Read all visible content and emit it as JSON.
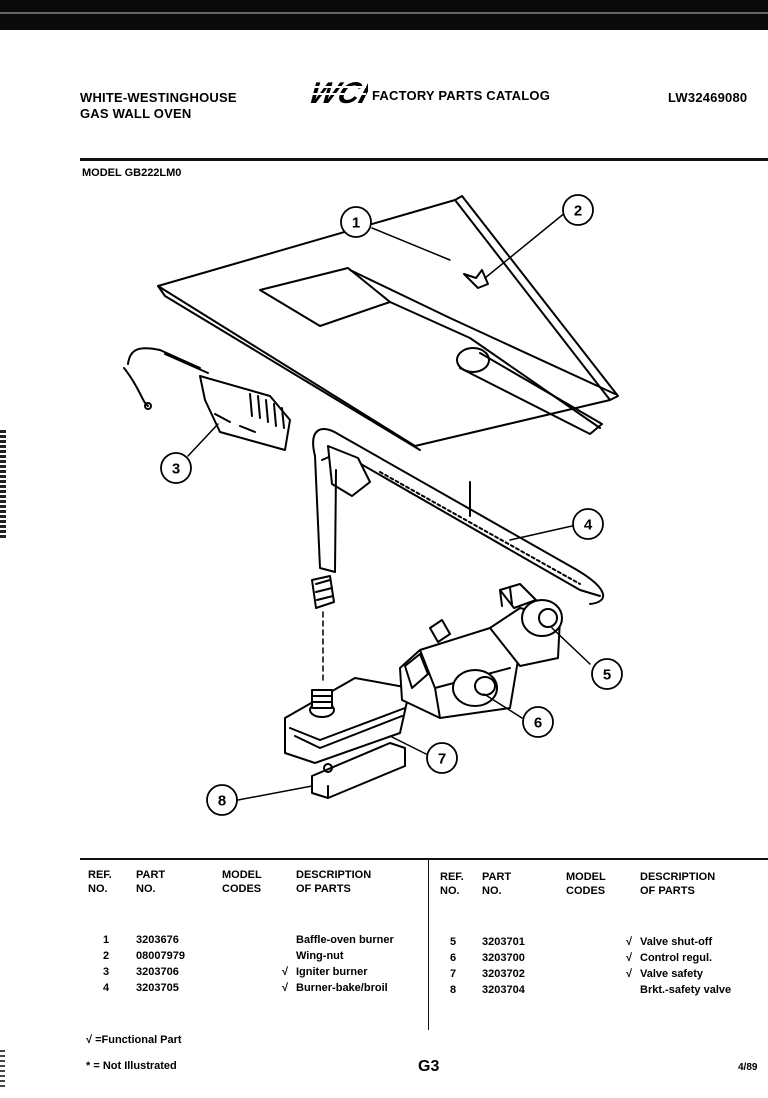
{
  "header": {
    "brand_line1": "WHITE-WESTINGHOUSE",
    "brand_line2": "GAS WALL OVEN",
    "logo_text": "WCI",
    "catalog_title": "FACTORY PARTS CATALOG",
    "catalog_code": "LW32469080"
  },
  "model": {
    "label": "MODEL GB222LM0"
  },
  "callouts": [
    "1",
    "2",
    "3",
    "4",
    "5",
    "6",
    "7",
    "8"
  ],
  "table": {
    "headers": {
      "ref_no": [
        "REF.",
        "NO."
      ],
      "part_no": [
        "PART",
        "NO."
      ],
      "model_codes": [
        "MODEL",
        "CODES"
      ],
      "description": [
        "DESCRIPTION",
        "OF PARTS"
      ]
    },
    "left_rows": [
      {
        "ref": "1",
        "part": "3203676",
        "functional": "",
        "description": "Baffle-oven burner"
      },
      {
        "ref": "2",
        "part": "08007979",
        "functional": "",
        "description": "Wing-nut"
      },
      {
        "ref": "3",
        "part": "3203706",
        "functional": "√",
        "description": "Igniter burner"
      },
      {
        "ref": "4",
        "part": "3203705",
        "functional": "√",
        "description": "Burner-bake/broil"
      }
    ],
    "right_rows": [
      {
        "ref": "5",
        "part": "3203701",
        "functional": "√",
        "description": "Valve shut-off"
      },
      {
        "ref": "6",
        "part": "3203700",
        "functional": "√",
        "description": "Control regul."
      },
      {
        "ref": "7",
        "part": "3203702",
        "functional": "√",
        "description": "Valve safety"
      },
      {
        "ref": "8",
        "part": "3203704",
        "functional": "",
        "description": "Brkt.-safety valve"
      }
    ]
  },
  "footer": {
    "legend_functional": "√ =Functional Part",
    "legend_not_illustrated": "* = Not Illustrated",
    "page_code": "G3",
    "date": "4/89"
  }
}
